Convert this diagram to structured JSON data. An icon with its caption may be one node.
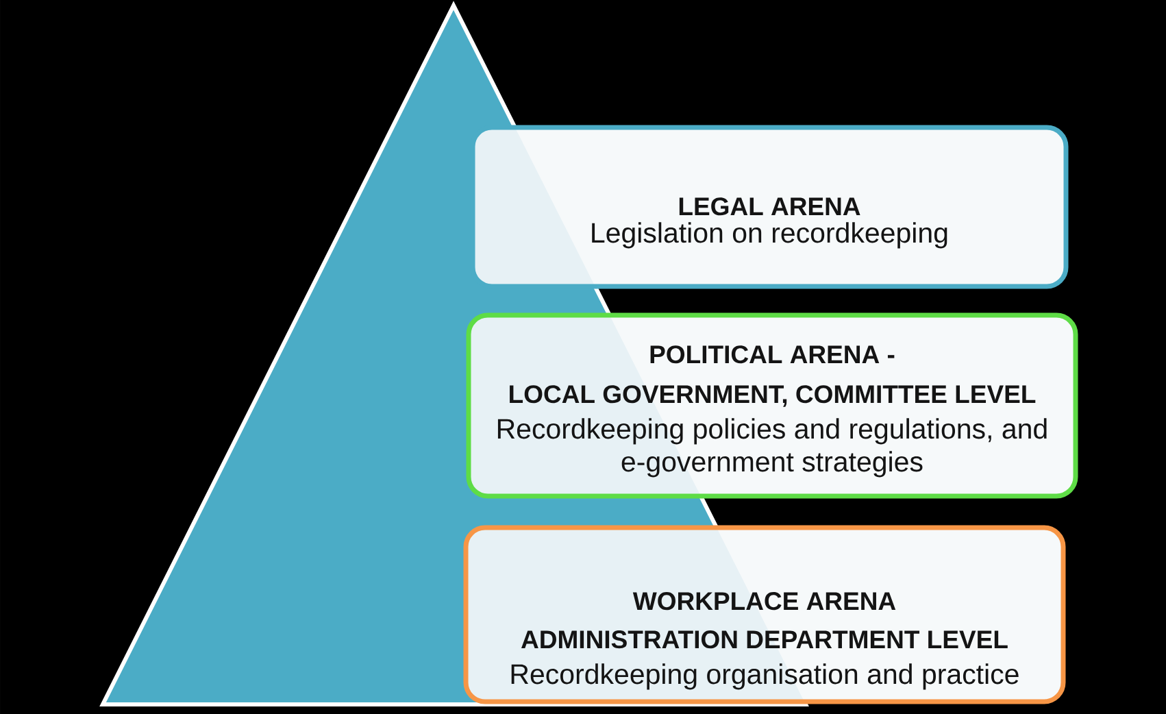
{
  "diagram": {
    "nodes": [
      {
        "text": [
          "LEGAL ARENA",
          "Legislation on recordkeeping"
        ]
      },
      {
        "text": [
          "POLITICAL ARENA - LOCAL GOVERNMENT, COMMITTEE LEVEL",
          "Recordkeeping policies and regulations, and e-government strategies"
        ]
      },
      {
        "text": [
          "WORKPLACE ARENA ADMINISTRATION DEPARTMENT LEVEL",
          "Recordkeeping organisation and practice"
        ]
      }
    ]
  }
}
